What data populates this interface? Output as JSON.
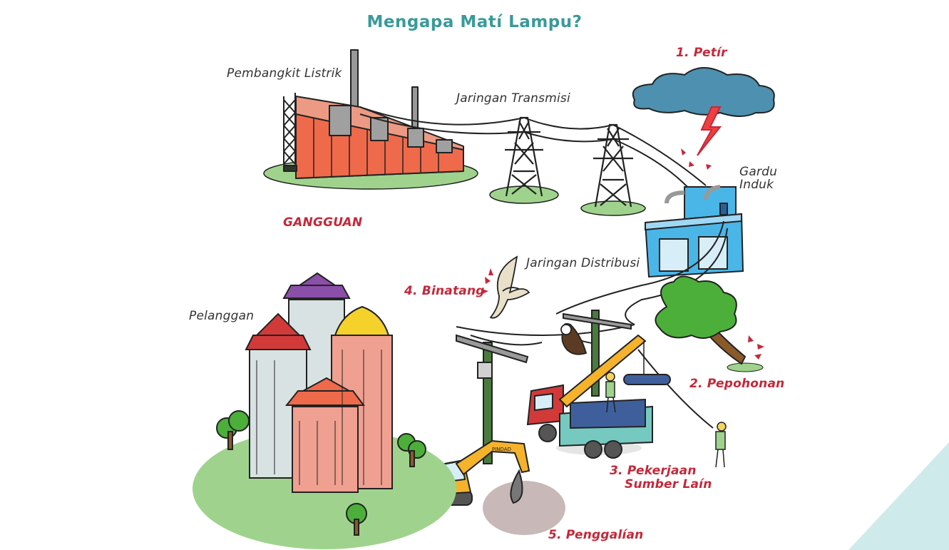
{
  "title": "Mengapa Matí Lampu?",
  "labels": {
    "power_plant": "Pembangkit Listrik",
    "transmission": "Jaringan Transmisi",
    "substation": "Gardu\nInduk",
    "distribution": "Jaringan Distribusi",
    "customers": "Pelanggan"
  },
  "disturbance_heading": "GANGGUAN",
  "causes": {
    "lightning": "1. Petír",
    "trees": "2. Pepohonan",
    "other_works_line1": "3. Pekerjaan",
    "other_works_line2": "Sumber Laín",
    "animals": "4. Binatang",
    "excavation": "5. Penggalían"
  },
  "vehicle_text": "PINDAD",
  "colors": {
    "title": "#3a9a9a",
    "cause_red": "#c4283a",
    "ground_green": "#9fd38d",
    "plant_orange": "#ef6a4a",
    "substation_blue": "#4ab6e8",
    "sky_cloud": "#4d90b0",
    "corner_teal": "#cfeaea"
  }
}
